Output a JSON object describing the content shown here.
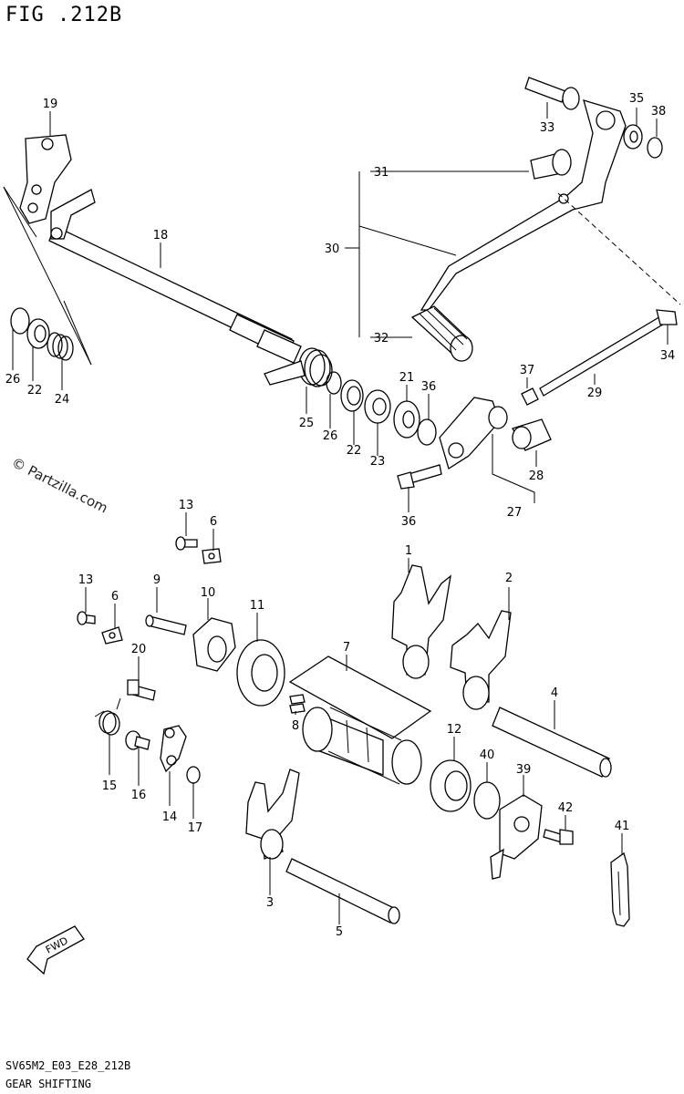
{
  "figure": {
    "title": "FIG .212B",
    "watermark": "© Partzilla.com",
    "footer_code": "SV65M2_E03_E28_212B",
    "footer_name": "GEAR SHIFTING",
    "fwd_label": "FWD"
  },
  "callouts": {
    "c19": "19",
    "c18": "18",
    "c26a": "26",
    "c22a": "22",
    "c24": "24",
    "c33": "33",
    "c35": "35",
    "c38": "38",
    "c31": "31",
    "c30": "30",
    "c32": "32",
    "c34": "34",
    "c29": "29",
    "c37": "37",
    "c21": "21",
    "c36a": "36",
    "c25": "25",
    "c26b": "26",
    "c22b": "22",
    "c23": "23",
    "c28": "28",
    "c36b": "36",
    "c27": "27",
    "c13a": "13",
    "c6a": "6",
    "c13b": "13",
    "c6b": "6",
    "c9": "9",
    "c10": "10",
    "c11": "11",
    "c20": "20",
    "c7": "7",
    "c8": "8",
    "c1": "1",
    "c2": "2",
    "c4": "4",
    "c15": "15",
    "c16": "16",
    "c14": "14",
    "c17": "17",
    "c12": "12",
    "c40": "40",
    "c39": "39",
    "c42": "42",
    "c41": "41",
    "c3": "3",
    "c5": "5"
  }
}
